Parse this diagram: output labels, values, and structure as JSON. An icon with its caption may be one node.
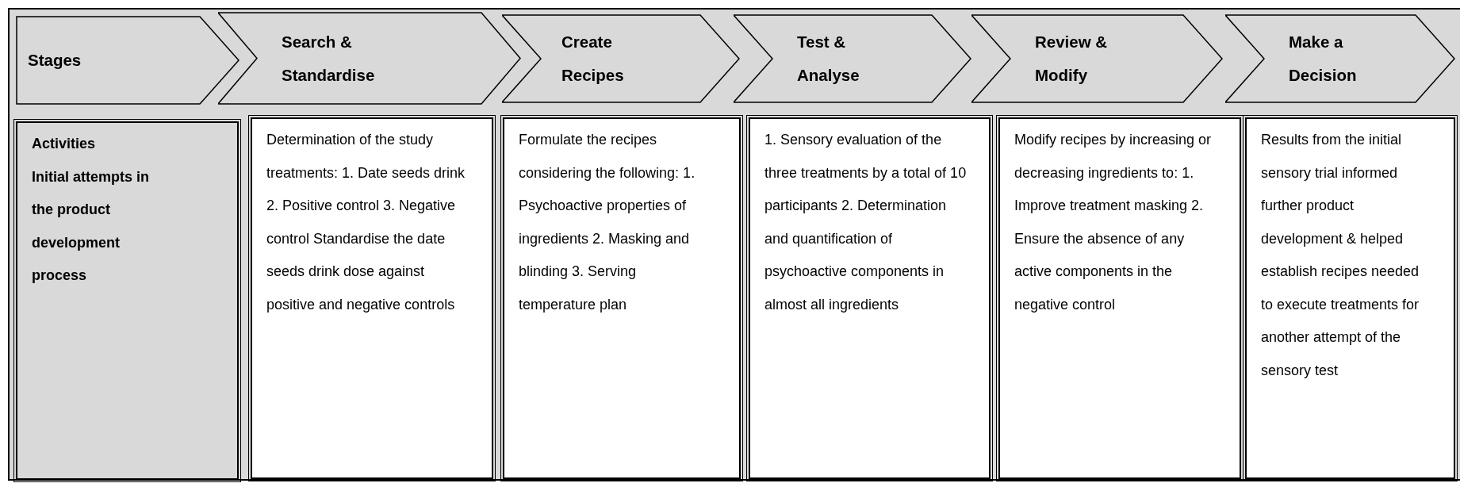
{
  "diagram": {
    "nodes": [
      {
        "text": [
          "Stages"
        ]
      },
      {
        "text": [
          "Search & Standardise"
        ]
      },
      {
        "text": [
          "Create Recipes"
        ]
      },
      {
        "text": [
          "Test & Analyse"
        ]
      },
      {
        "text": [
          "Review & Modify"
        ]
      },
      {
        "text": [
          "Make a Decision"
        ]
      },
      {
        "text": [
          "Activities",
          "Initial attempts in the product development process"
        ]
      },
      {
        "text": [
          "Determination of the study treatments: 1. Date seeds drink 2. Positive control 3. Negative control Standardise the date seeds drink dose against positive and negative controls"
        ]
      },
      {
        "text": [
          "Formulate the recipes considering the following: 1. Psychoactive properties of ingredients 2. Masking and blinding 3. Serving temperature plan"
        ]
      },
      {
        "text": [
          "1. Sensory evaluation of the three treatments by a total of 10 participants 2. Determination and quantification of psychoactive components in almost all ingredients"
        ]
      },
      {
        "text": [
          "Modify recipes by increasing or decreasing ingredients to: 1. Improve treatment masking 2. Ensure the absence of any active components in the negative control"
        ]
      },
      {
        "text": [
          "Results from the initial sensory trial informed further product development & helped establish recipes needed to execute treatments for another attempt of the sensory test"
        ]
      }
    ]
  }
}
